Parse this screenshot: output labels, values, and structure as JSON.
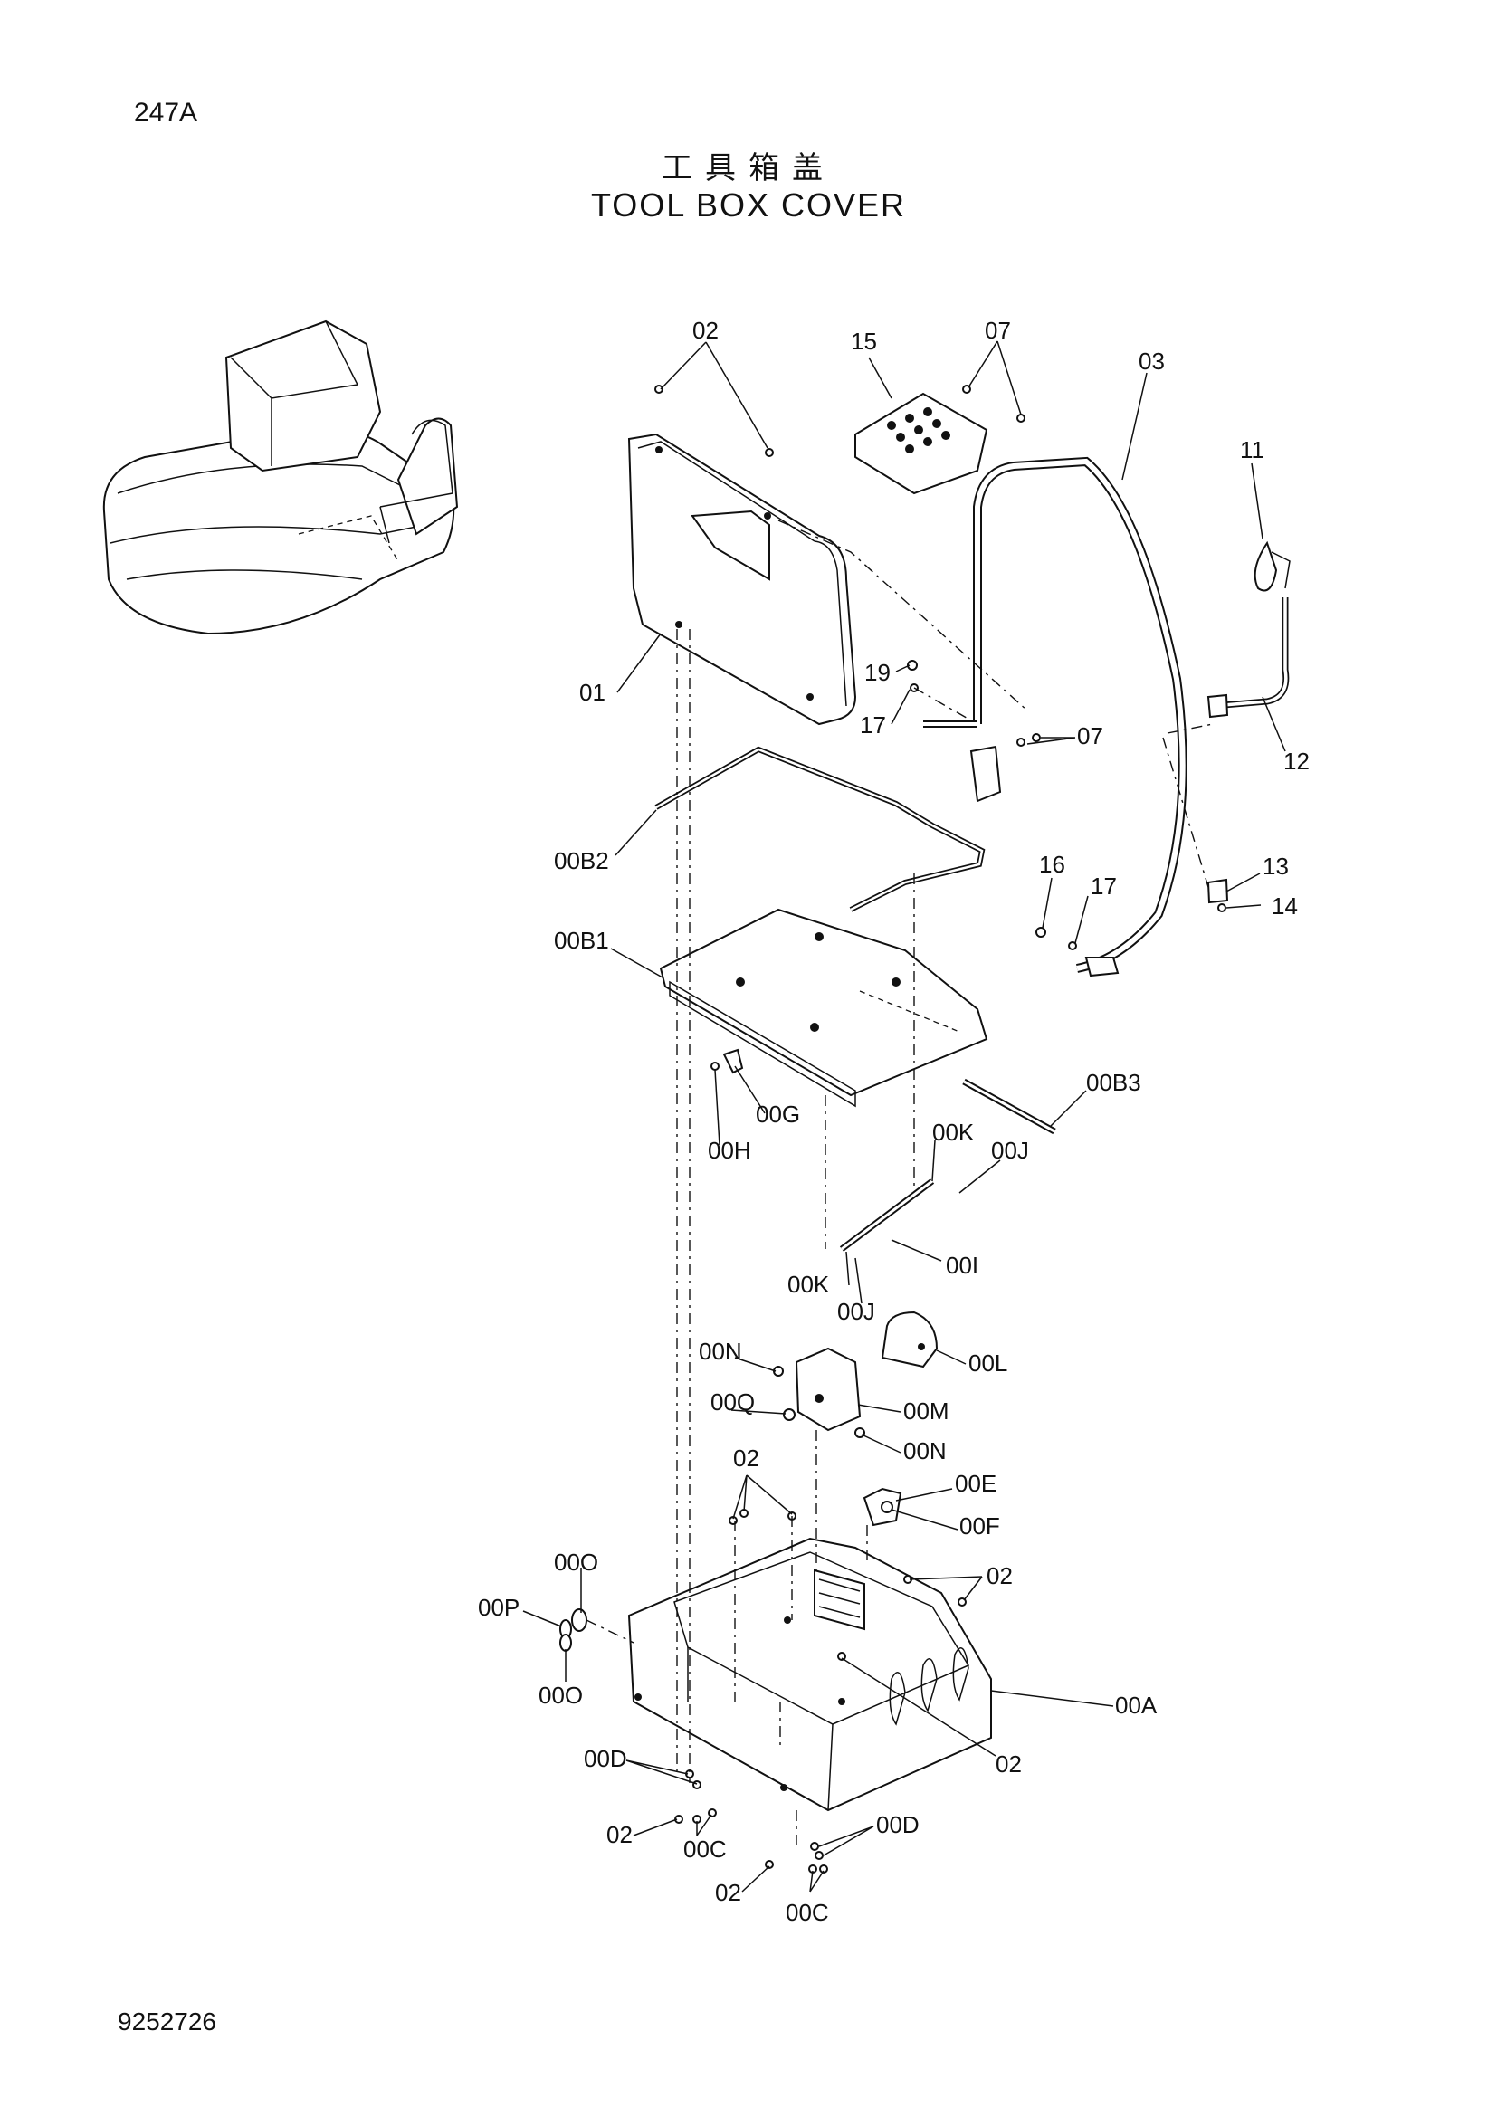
{
  "header": {
    "page_code": "247A",
    "title_cn": "工具箱盖",
    "title_en": "TOOL BOX COVER"
  },
  "footer": {
    "doc_number": "9252726"
  },
  "callouts": {
    "c02_top": "02",
    "c15": "15",
    "c07_top": "07",
    "c03": "03",
    "c11": "11",
    "c01": "01",
    "c19": "19",
    "c17_a": "17",
    "c07_mid": "07",
    "c12": "12",
    "c00B2": "00B2",
    "c16": "16",
    "c17_b": "17",
    "c13": "13",
    "c14": "14",
    "c00B1": "00B1",
    "c00B3": "00B3",
    "c00G": "00G",
    "c00H": "00H",
    "c00K_a": "00K",
    "c00J_a": "00J",
    "c00I": "00I",
    "c00K_b": "00K",
    "c00J_b": "00J",
    "c00N_a": "00N",
    "c00L": "00L",
    "c00Q": "00Q",
    "c00M": "00M",
    "c00N_b": "00N",
    "c02_mid": "02",
    "c00E": "00E",
    "c00F": "00F",
    "c00O_a": "00O",
    "c00P": "00P",
    "c02_right": "02",
    "c00O_b": "00O",
    "c00A": "00A",
    "c02_low": "02",
    "c00D_a": "00D",
    "c02_bl": "02",
    "c00C_a": "00C",
    "c00D_b": "00D",
    "c02_bot": "02",
    "c00C_b": "00C"
  }
}
